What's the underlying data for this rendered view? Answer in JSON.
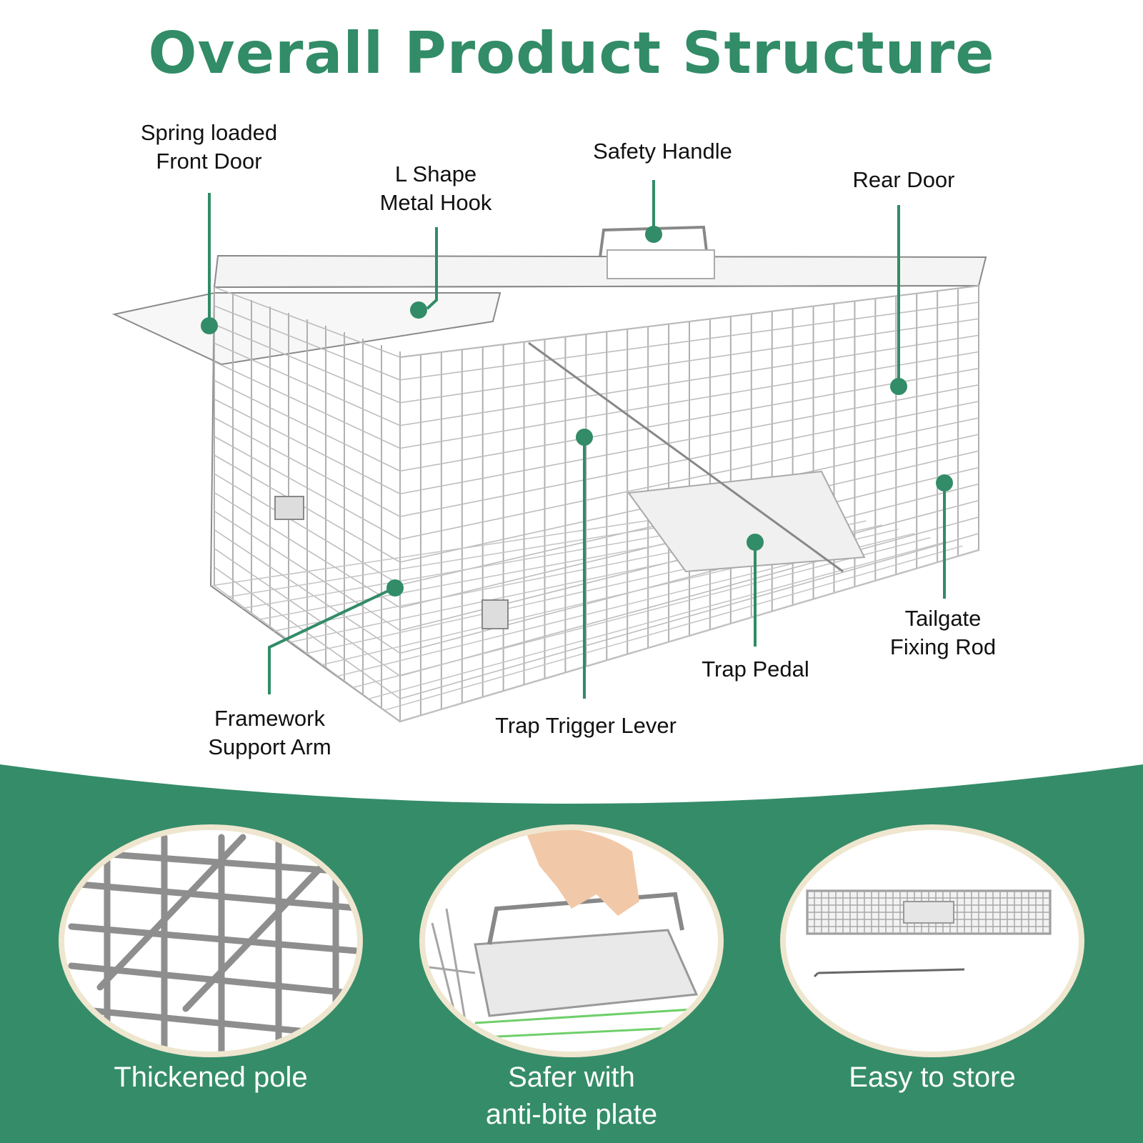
{
  "title": "Overall Product Structure",
  "brand_green": "#318c67",
  "callouts": [
    {
      "id": "front-door",
      "lines": [
        "Spring loaded",
        "Front Door"
      ]
    },
    {
      "id": "metal-hook",
      "lines": [
        "L Shape",
        "Metal Hook"
      ]
    },
    {
      "id": "safety-handle",
      "lines": [
        "Safety Handle"
      ]
    },
    {
      "id": "rear-door",
      "lines": [
        "Rear Door"
      ]
    },
    {
      "id": "support-arm",
      "lines": [
        "Framework",
        "Support Arm"
      ]
    },
    {
      "id": "trigger-lever",
      "lines": [
        "Trap Trigger Lever"
      ]
    },
    {
      "id": "trap-pedal",
      "lines": [
        "Trap Pedal"
      ]
    },
    {
      "id": "fixing-rod",
      "lines": [
        "Tailgate",
        "Fixing Rod"
      ]
    }
  ],
  "features": [
    {
      "id": "thickened-pole",
      "caption": [
        "Thickened pole"
      ]
    },
    {
      "id": "anti-bite-plate",
      "caption": [
        "Safer with",
        "anti-bite plate"
      ]
    },
    {
      "id": "easy-store",
      "caption": [
        "Easy to store"
      ]
    }
  ]
}
